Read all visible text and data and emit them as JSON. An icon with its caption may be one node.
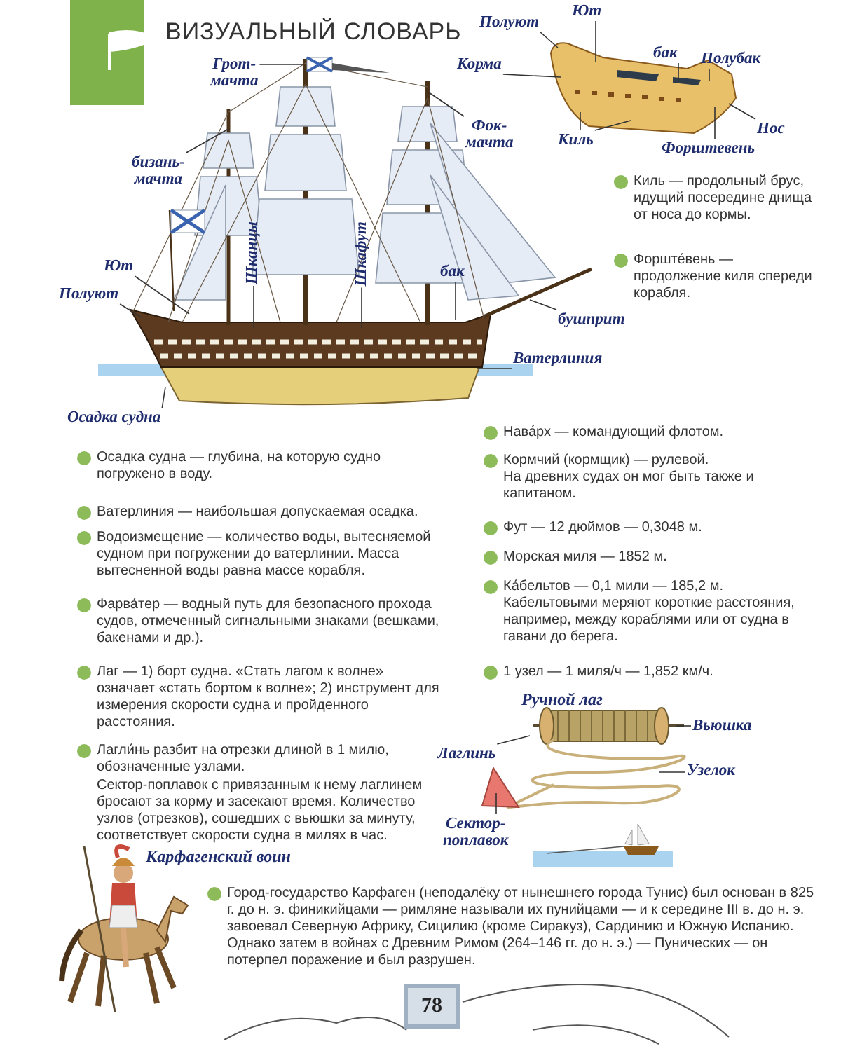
{
  "diagram": {
    "title": "ВИЗУАЛЬНЫЙ СЛОВАРЬ",
    "nodes": [
      {
        "text": [
          "Грот-мачта"
        ]
      },
      {
        "text": [
          "бизань-мачта"
        ]
      },
      {
        "text": [
          "Фок-мачта"
        ]
      },
      {
        "text": [
          "Ют"
        ]
      },
      {
        "text": [
          "Полуют"
        ]
      },
      {
        "text": [
          "Шканцы"
        ]
      },
      {
        "text": [
          "Шкафут"
        ]
      },
      {
        "text": [
          "бак"
        ]
      },
      {
        "text": [
          "бушприт"
        ]
      },
      {
        "text": [
          "Ватерлиния"
        ]
      },
      {
        "text": [
          "Осадка судна"
        ]
      },
      {
        "text": [
          "Полуют"
        ]
      },
      {
        "text": [
          "Ют"
        ]
      },
      {
        "text": [
          "Корма"
        ]
      },
      {
        "text": [
          "бак"
        ]
      },
      {
        "text": [
          "Полубак"
        ]
      },
      {
        "text": [
          "Нос"
        ]
      },
      {
        "text": [
          "Киль"
        ]
      },
      {
        "text": [
          "Форштевень"
        ]
      },
      {
        "text": [
          "Вьюшка"
        ]
      },
      {
        "text": [
          "Лаглинь"
        ]
      },
      {
        "text": [
          "Узелок"
        ]
      },
      {
        "text": [
          "Сектор-поплавок"
        ]
      }
    ],
    "edges": [
      {
        "from": 0,
        "to": null,
        "arrow": "none"
      },
      {
        "from": 1,
        "to": null,
        "arrow": "none"
      },
      {
        "from": 2,
        "to": null,
        "arrow": "none"
      },
      {
        "from": 3,
        "to": null,
        "arrow": "none"
      },
      {
        "from": 4,
        "to": null,
        "arrow": "none"
      },
      {
        "from": 5,
        "to": null,
        "arrow": "none"
      },
      {
        "from": 6,
        "to": null,
        "arrow": "none"
      },
      {
        "from": 7,
        "to": null,
        "arrow": "none"
      },
      {
        "from": 8,
        "to": null,
        "arrow": "none"
      },
      {
        "from": 9,
        "to": null,
        "arrow": "none"
      },
      {
        "from": 10,
        "to": null,
        "arrow": "none"
      },
      {
        "from": 11,
        "to": null,
        "arrow": "none"
      },
      {
        "from": 12,
        "to": null,
        "arrow": "none"
      },
      {
        "from": 13,
        "to": null,
        "arrow": "none"
      },
      {
        "from": 14,
        "to": null,
        "arrow": "none"
      },
      {
        "from": 15,
        "to": null,
        "arrow": "none"
      },
      {
        "from": 16,
        "to": null,
        "arrow": "none"
      },
      {
        "from": 17,
        "to": null,
        "arrow": "none"
      },
      {
        "from": 17,
        "to": null,
        "arrow": "none"
      },
      {
        "from": 18,
        "to": null,
        "arrow": "none"
      },
      {
        "from": 19,
        "to": null,
        "arrow": "none"
      },
      {
        "from": 20,
        "to": null,
        "arrow": "none"
      },
      {
        "from": 21,
        "to": null,
        "arrow": "none"
      },
      {
        "from": 22,
        "to": null,
        "arrow": "none"
      }
    ],
    "labels": [
      "Киль — продольный брус, идущий посередине днища от носа до кормы.",
      "Форште́вень — продолжение киля спереди корабля.",
      "Осадка судна — глубина, на которую судно погружено в воду.",
      "Ватерлиния — наибольшая допускаемая осадка.",
      "Водоизмещение — количество воды, вытесняемой судном при погружении до ватерлинии. Масса вытесненной воды равна массе корабля.",
      "Фарва́тер — водный путь для безопасного прохода судов, отмеченный сигнальными знаками (вешками, бакенами и др.).",
      "Лаг — 1) борт судна. «Стать лагом к волне» означает «стать бортом к волне»; 2) инструмент для измерения скорости судна и пройденного расстояния.",
      "Лагли́нь разбит на отрезки длиной в 1 милю, обозначенные узлами.",
      "Сектор-поплавок с привязанным к нему лаглинем бросают за корму и засекают время. Количество узлов (отрезков), сошедших с вьюшки за минуту, соответствует скорости судна в милях в час.",
      "Нава́рх — командующий флотом.",
      "Кормчий (кормщик) — рулевой.",
      "На древних судах он мог быть также и капитаном.",
      "Фут — 12 дюймов — 0,3048 м.",
      "Морская миля — 1852 м.",
      "Ка́бельтов — 0,1 мили — 185,2 м.",
      "Кабельтовыми меряют короткие расстояния, например, между кораблями или от судна в гавани до берега.",
      "1 узел — 1 миля/ч — 1,852 км/ч.",
      "Ручной лаг",
      "Карфагенский воин",
      "Город-государство Карфаген (неподалёку от нынешнего города Тунис) был основан в 825 г. до н. э. финикийцами — римляне называли их пунийцами — и к середине III в. до н. э. завоевал Северную Африку, Сицилию (кроме Сиракуз), Сардинию и Южную Испанию. Однако затем в войнах с Древним Римом (264–146 гг. до н. э.) — Пунических — он потерпел поражение и был разрушен.",
      "78"
    ]
  }
}
